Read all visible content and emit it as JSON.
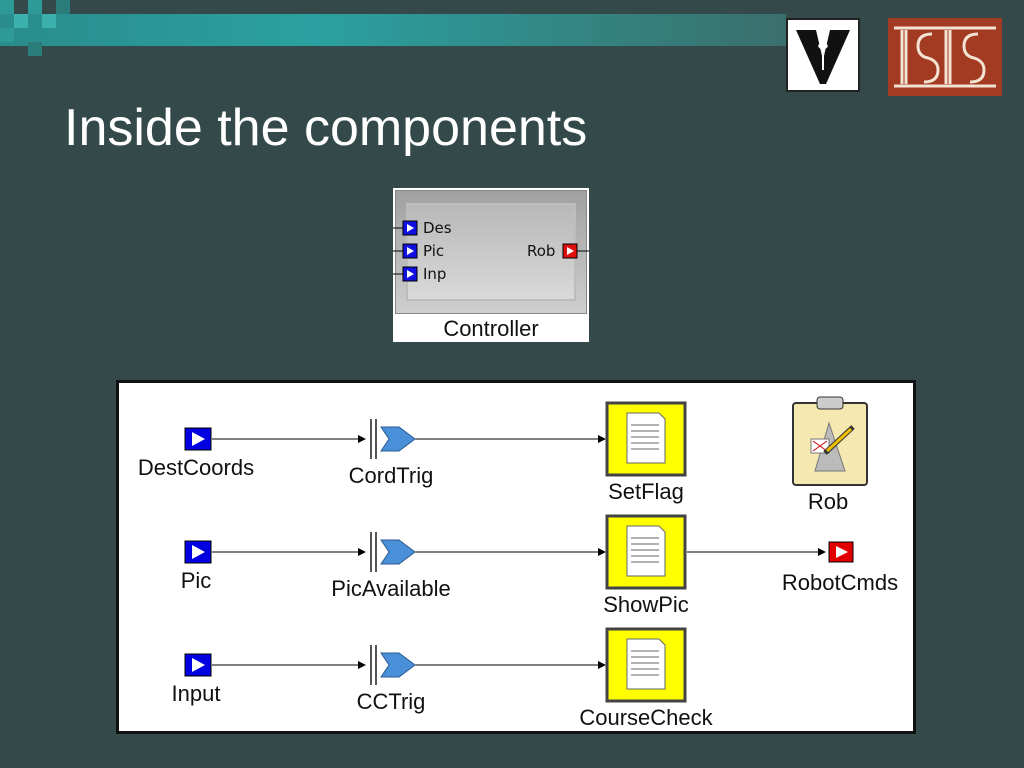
{
  "slide": {
    "title": "Inside the components"
  },
  "logos": {
    "left": "Vanderbilt V logo",
    "right": "ISIS"
  },
  "controller": {
    "name": "Controller",
    "inputs": [
      "Des",
      "Pic",
      "Inp"
    ],
    "outputs": [
      "Rob"
    ]
  },
  "diagram": {
    "inputs": [
      "DestCoords",
      "Pic",
      "Input"
    ],
    "triggers": [
      "CordTrig",
      "PicAvailable",
      "CCTrig"
    ],
    "states": [
      "SetFlag",
      "ShowPic",
      "CourseCheck"
    ],
    "plan": "Rob",
    "output": "RobotCmds"
  },
  "colors": {
    "background": "#33494a",
    "input_port": "#0000e0",
    "output_port": "#e00000",
    "state_fill": "#ffff00",
    "trigger": "#4a90d9"
  }
}
